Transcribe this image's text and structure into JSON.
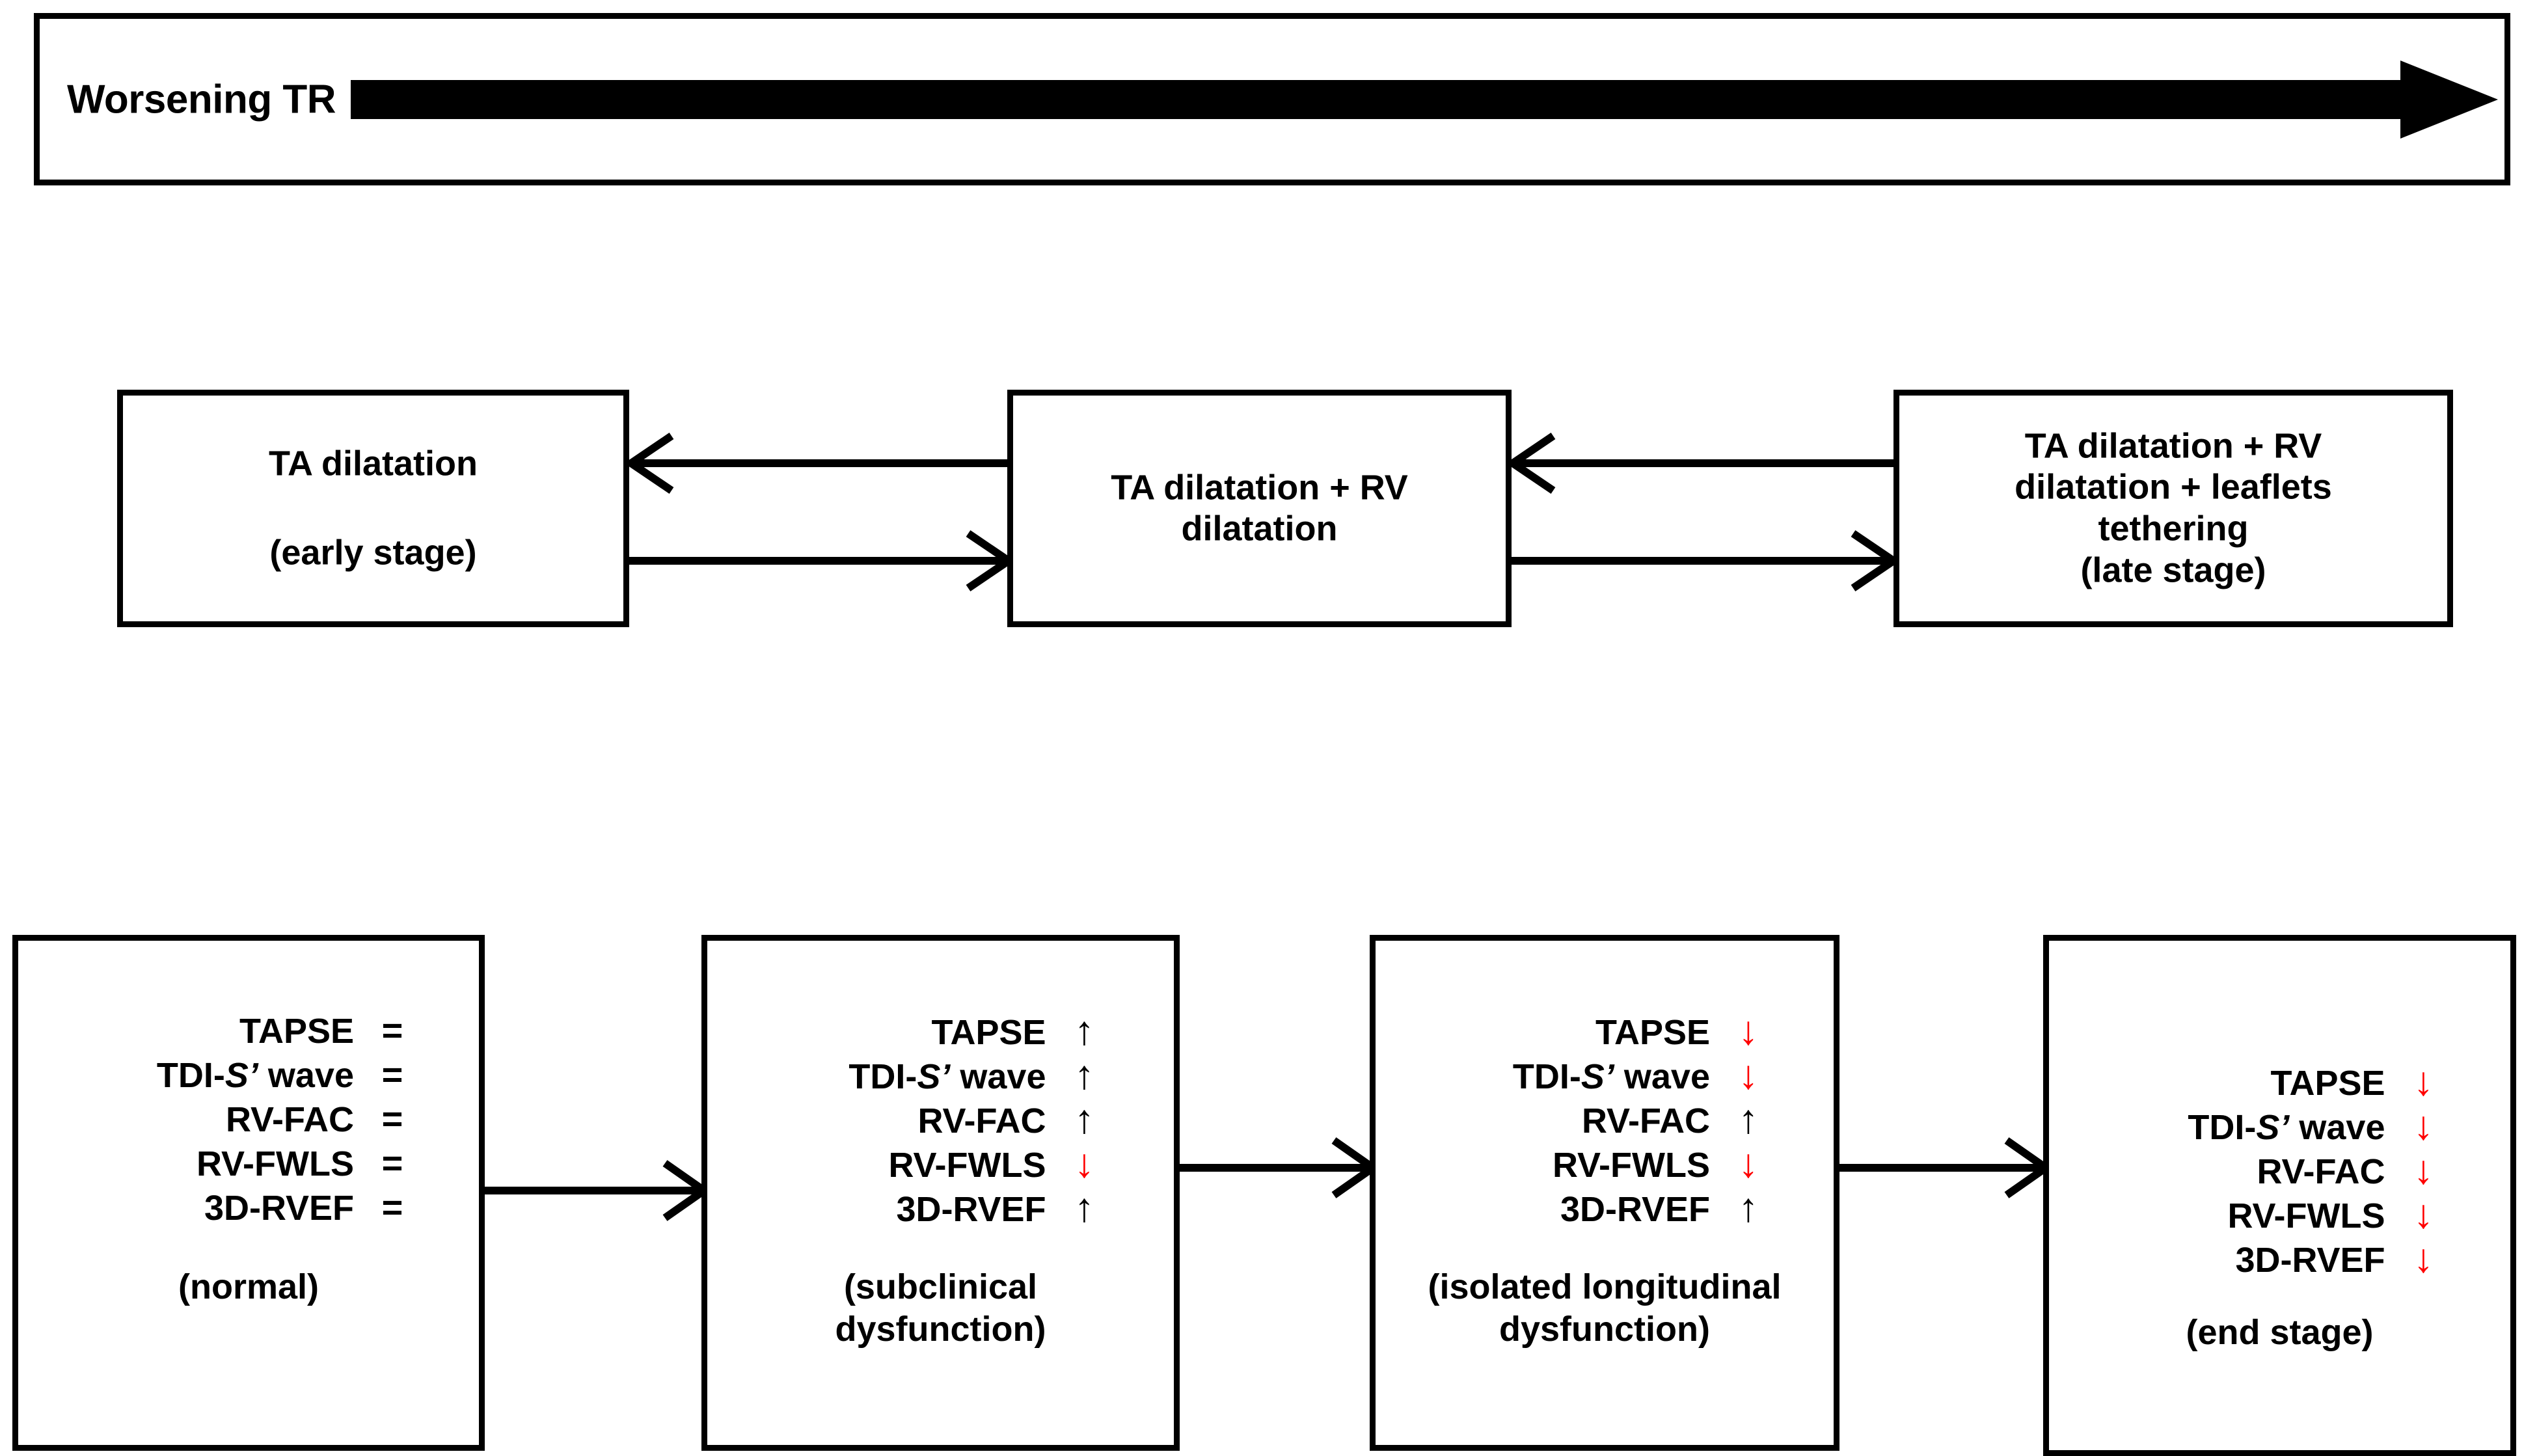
{
  "banner": {
    "label": "Worsening TR",
    "arrow_icon": "right-arrow-icon"
  },
  "progression_row": {
    "boxes": [
      {
        "name": "ta-dilatation-early",
        "line1": "TA dilatation",
        "line2": "(early stage)"
      },
      {
        "name": "ta-rv-dilatation",
        "line1": "TA dilatation + RV",
        "line2": "dilatation"
      },
      {
        "name": "ta-rv-leaflets-late",
        "line1": "TA dilatation + RV",
        "line2": "dilatation + leaflets",
        "line3": "tethering",
        "line4": "(late stage)"
      }
    ],
    "connectors": [
      {
        "name": "connector-early-to-mid",
        "back_arrow": "left-arrow-icon",
        "forward_arrow": "right-arrow-icon"
      },
      {
        "name": "connector-mid-to-late",
        "back_arrow": "left-arrow-icon",
        "forward_arrow": "right-arrow-icon"
      }
    ]
  },
  "function_row": {
    "metric_labels": [
      "TAPSE",
      "TDI-S’ wave",
      "RV-FAC",
      "RV-FWLS",
      "3D-RVEF"
    ],
    "metric_label_italic_part": "S’",
    "symbols": {
      "equal": "=",
      "up": "↑",
      "down": "↓"
    },
    "colors": {
      "down_arrow": "#ff0000",
      "up_arrow": "#000000",
      "text": "#000000",
      "border": "#000000",
      "background": "#ffffff"
    },
    "boxes": [
      {
        "name": "normal-stage",
        "marks": [
          "=",
          "=",
          "=",
          "=",
          "="
        ],
        "mark_types": [
          "equal",
          "equal",
          "equal",
          "equal",
          "equal"
        ],
        "caption_lines": [
          "(normal)"
        ]
      },
      {
        "name": "subclinical-dysfunction-stage",
        "marks": [
          "↑",
          "↑",
          "↑",
          "↓",
          "↑"
        ],
        "mark_types": [
          "up",
          "up",
          "up",
          "down",
          "up"
        ],
        "caption_lines": [
          "(subclinical",
          "dysfunction)"
        ]
      },
      {
        "name": "isolated-longitudinal-dysfunction-stage",
        "marks": [
          "↓",
          "↓",
          "↑",
          "↓",
          "↑"
        ],
        "mark_types": [
          "down",
          "down",
          "up",
          "down",
          "up"
        ],
        "caption_lines": [
          "(isolated longitudinal",
          "dysfunction)"
        ]
      },
      {
        "name": "end-stage",
        "marks": [
          "↓",
          "↓",
          "↓",
          "↓",
          "↓"
        ],
        "mark_types": [
          "down",
          "down",
          "down",
          "down",
          "down"
        ],
        "caption_lines": [
          "(end stage)"
        ]
      }
    ],
    "connectors": [
      {
        "name": "connector-normal-to-subclinical",
        "arrow": "right-arrow-icon"
      },
      {
        "name": "connector-subclinical-to-isolated",
        "arrow": "right-arrow-icon"
      },
      {
        "name": "connector-isolated-to-end",
        "arrow": "right-arrow-icon"
      }
    ]
  }
}
